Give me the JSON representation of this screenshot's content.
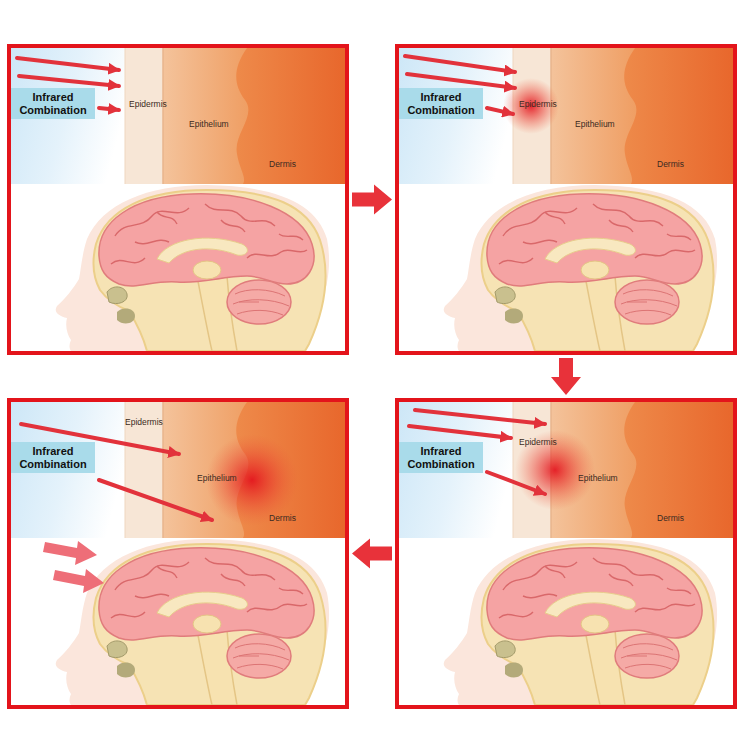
{
  "diagram": {
    "nodes": [
      {
        "text": [
          "Epidermis",
          "Epithelium",
          "Dermis"
        ]
      },
      {
        "text": [
          "Infrared Combination"
        ],
        "in": 0
      },
      {
        "text": [
          "Epidermis",
          "Epithelium",
          "Dermis"
        ]
      },
      {
        "text": [
          "Infrared Combination"
        ],
        "in": 2
      },
      {
        "text": [
          "Epidermis",
          "Epithelium",
          "Dermis"
        ]
      },
      {
        "text": [
          "Infrared Combination"
        ],
        "in": 4
      },
      {
        "text": [
          "Epidermis",
          "Epithelium",
          "Dermis"
        ]
      },
      {
        "text": [
          "Infrared Combination"
        ],
        "in": 6
      }
    ],
    "edges": [
      {
        "from": 0,
        "to": 2,
        "arrow": "to"
      },
      {
        "from": 2,
        "to": 6,
        "arrow": "to"
      },
      {
        "from": 6,
        "to": 4,
        "arrow": "to"
      }
    ]
  }
}
